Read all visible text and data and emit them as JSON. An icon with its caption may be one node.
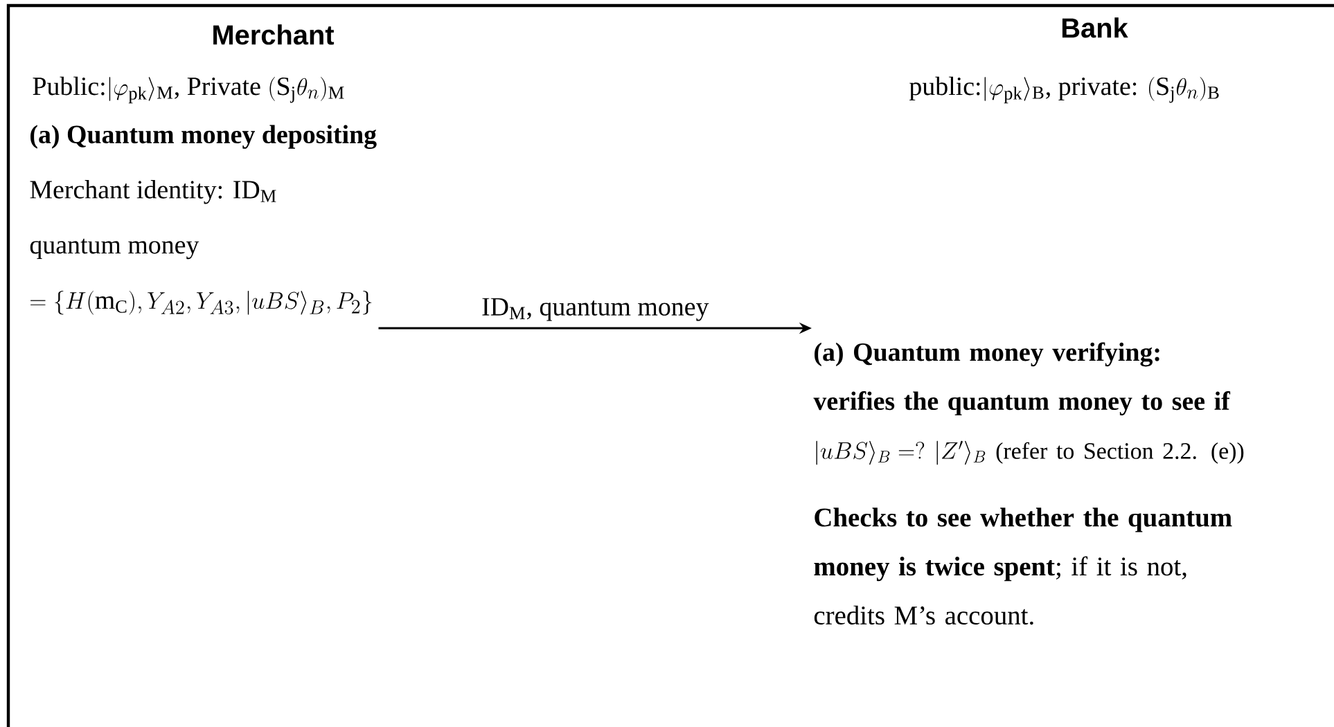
{
  "diagram": {
    "nodes": [
      {
        "text": [
          "(a) Quantum money depositing",
          "Merchant identity: ID$_{M}$",
          "quantum money",
          "=\\{H(\\mathrm{m_C}),Y_{A2},Y_{A3},|uBS\\rangle_B,P_2\\}"
        ]
      },
      {
        "text": [
          "(a) Quantum money verifying:",
          "verifies the quantum money to see if",
          "|uBS\\rangle_B = ?\\ |Z'\\rangle_B\\ \\text{(refer to Section 2.2. (e))}",
          "**Checks to see whether the quantum money is twice spent**; if it is not, credits M’s account."
        ]
      }
    ],
    "edges": [
      {
        "from": 0,
        "to": 1,
        "arrow": "to",
        "label": "ID$_{M}$,  quantum money"
      }
    ],
    "labels": [
      "Merchant",
      "Bank",
      "\\text{Public:}|\\varphi_{\\mathrm{pk}}\\rangle_{\\mathrm{M}}\\text{, Private }(\\mathrm{S_j}\\theta_n)_{\\mathrm{M}}",
      "\\text{public:}|\\varphi_{\\mathrm{pk}}\\rangle_{\\mathrm{B}}\\text{, private: }(\\mathrm{S_j}\\theta_n)_{\\mathrm{B}}"
    ]
  }
}
